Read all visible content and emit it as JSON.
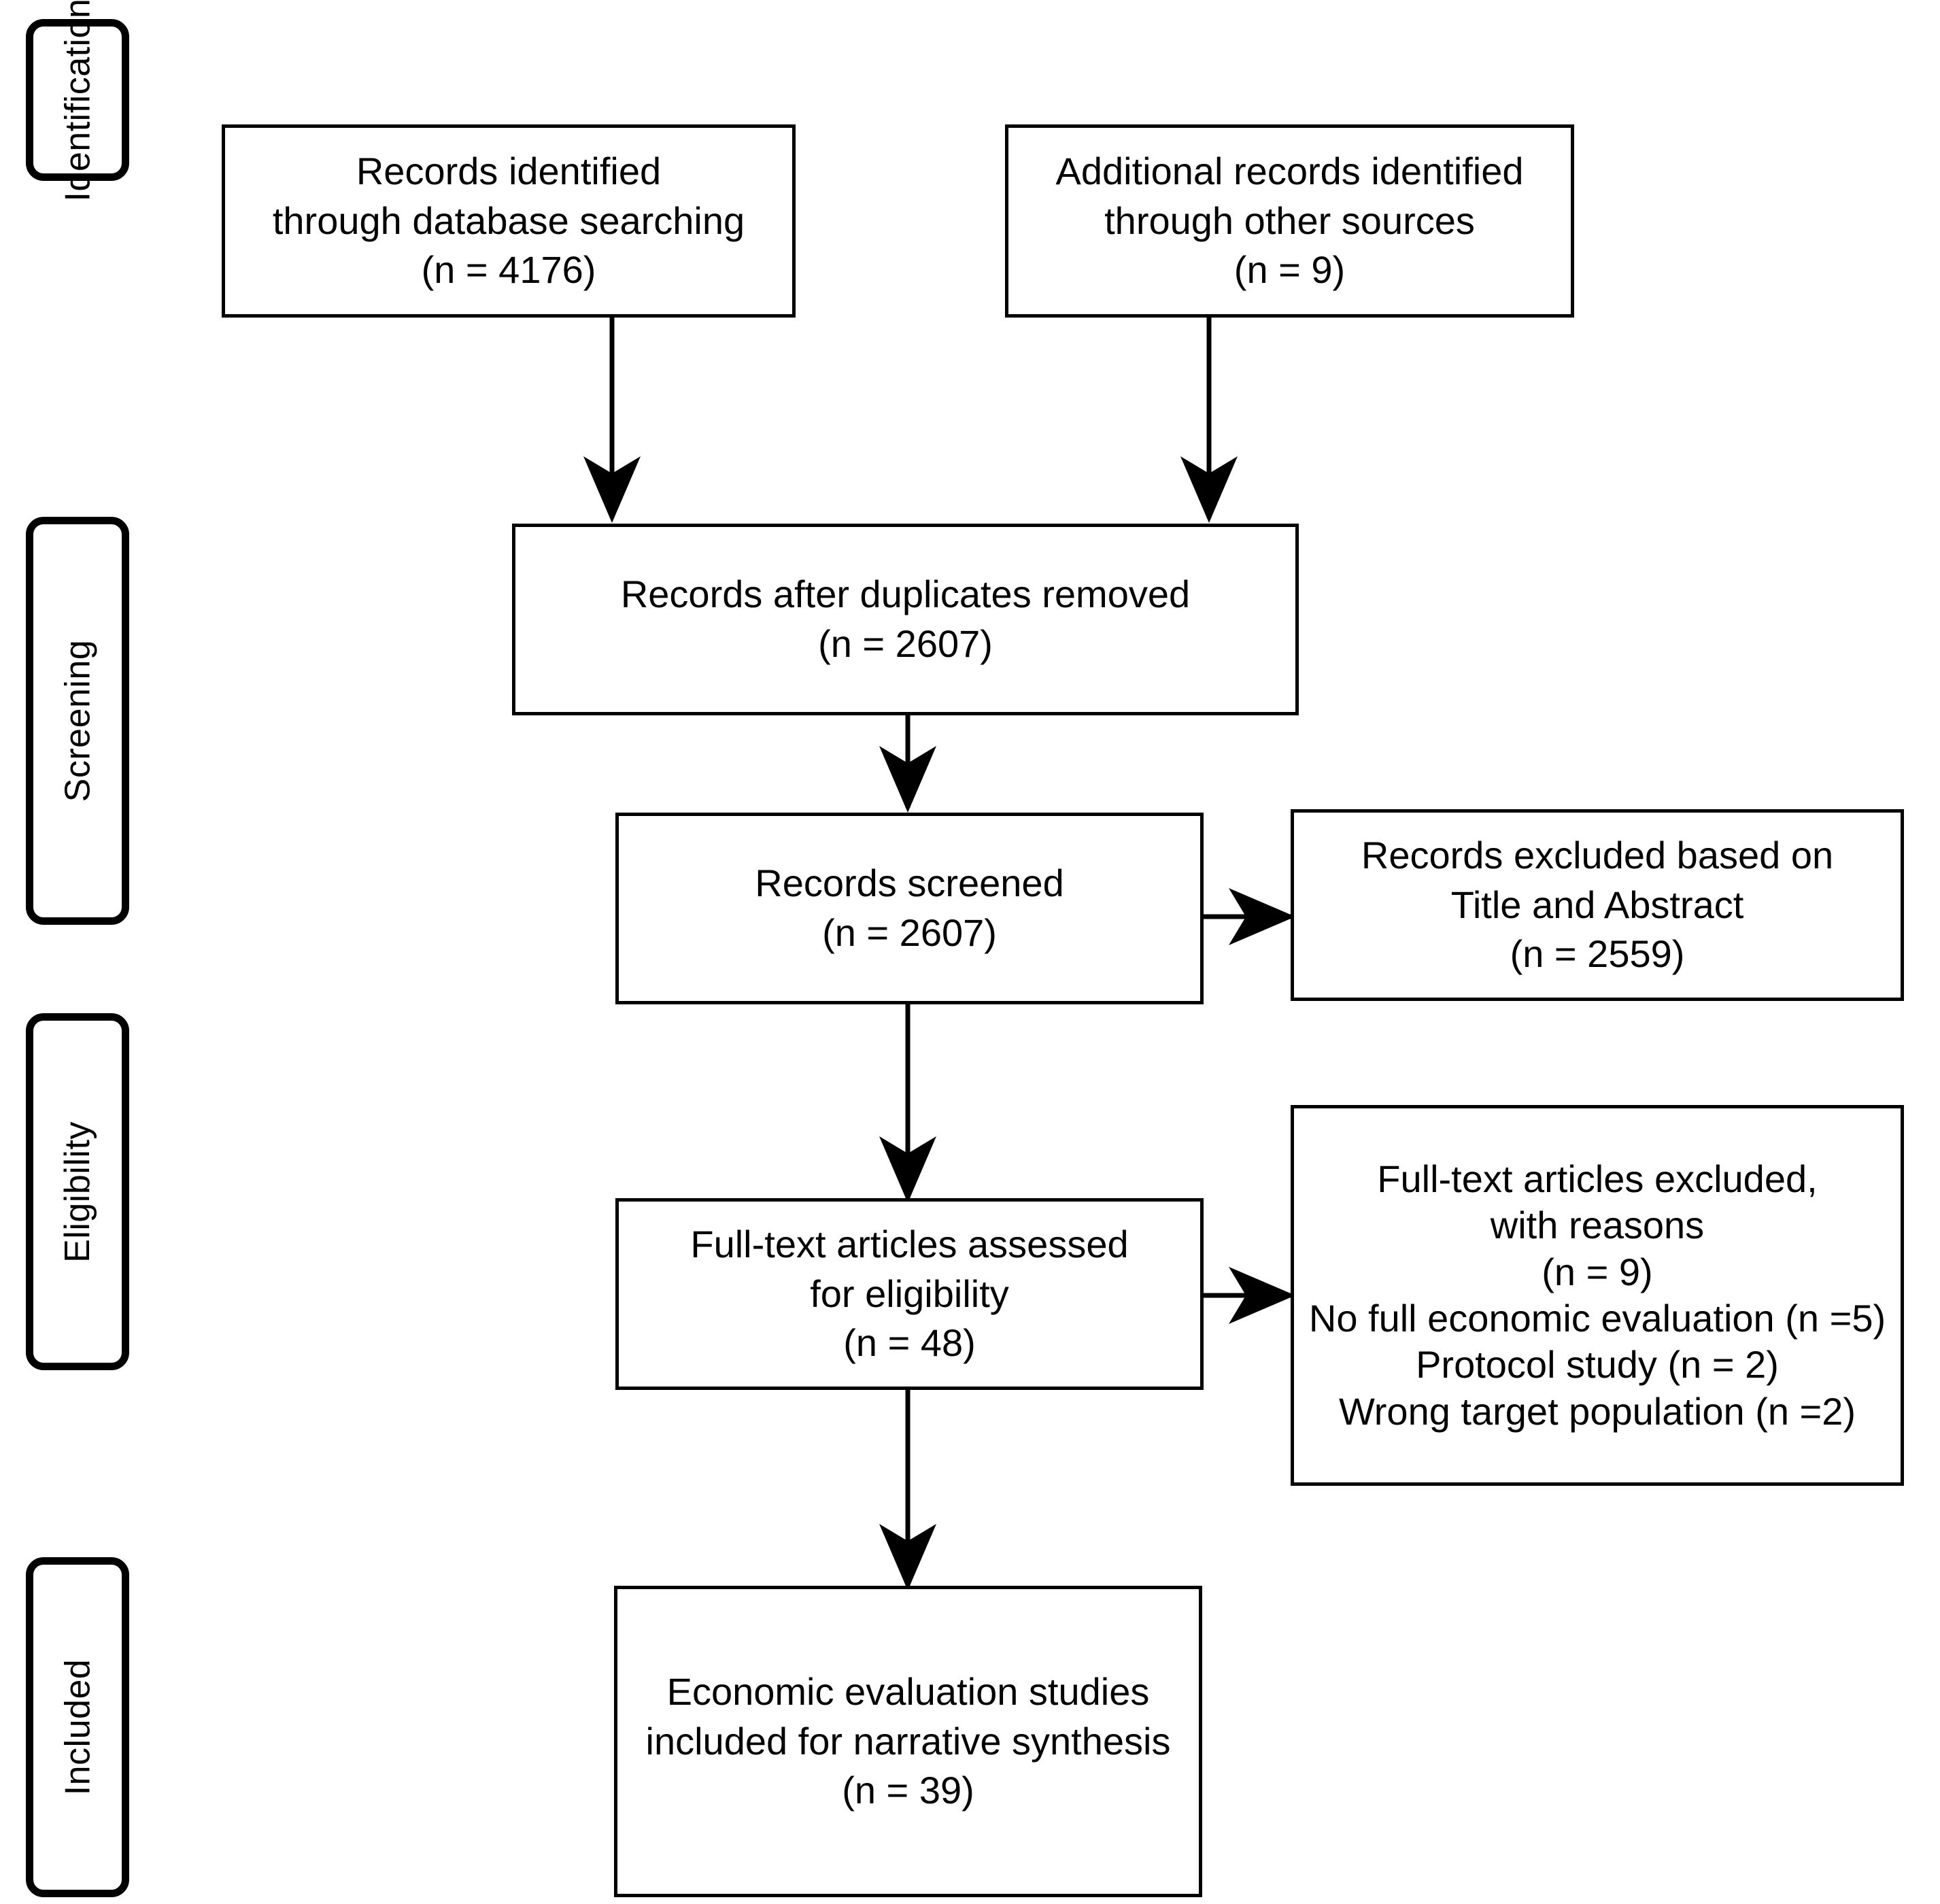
{
  "diagram": {
    "type": "PRISMA flow diagram",
    "stage_labels": [
      {
        "id": "identification",
        "label": "Identification"
      },
      {
        "id": "screening",
        "label": "Screening"
      },
      {
        "id": "eligibility",
        "label": "Eligibility"
      },
      {
        "id": "included",
        "label": "Included"
      }
    ],
    "boxes": [
      {
        "id": "records-identified-database",
        "text": "Records identified\nthrough database searching\n(n = 4176)",
        "count": 4176
      },
      {
        "id": "records-identified-other",
        "text": "Additional records identified\nthrough other sources\n(n = 9)",
        "count": 9
      },
      {
        "id": "records-after-duplicates",
        "text": "Records after duplicates removed\n(n = 2607)",
        "count": 2607
      },
      {
        "id": "records-screened",
        "text": "Records screened\n(n = 2607)",
        "count": 2607
      },
      {
        "id": "records-excluded-title-abstract",
        "text": "Records excluded based on\nTitle and Abstract\n(n = 2559)",
        "count": 2559
      },
      {
        "id": "fulltext-assessed",
        "text": "Full-text articles assessed\nfor eligibility\n(n = 48)",
        "count": 48
      },
      {
        "id": "fulltext-excluded-reasons",
        "text": "Full-text articles excluded,\nwith reasons\n(n = 9)\nNo full economic evaluation (n =5)\nProtocol study (n = 2)\nWrong target population (n =2)",
        "count": 9,
        "reasons": [
          {
            "label": "No full economic evaluation",
            "n": 5
          },
          {
            "label": "Protocol study",
            "n": 2
          },
          {
            "label": "Wrong target population",
            "n": 2
          }
        ]
      },
      {
        "id": "studies-included",
        "text": "Economic evaluation studies\nincluded for narrative synthesis\n(n = 39)",
        "count": 39
      }
    ],
    "colors": {
      "stroke": "#000000",
      "background": "#ffffff",
      "text": "#000000"
    }
  }
}
